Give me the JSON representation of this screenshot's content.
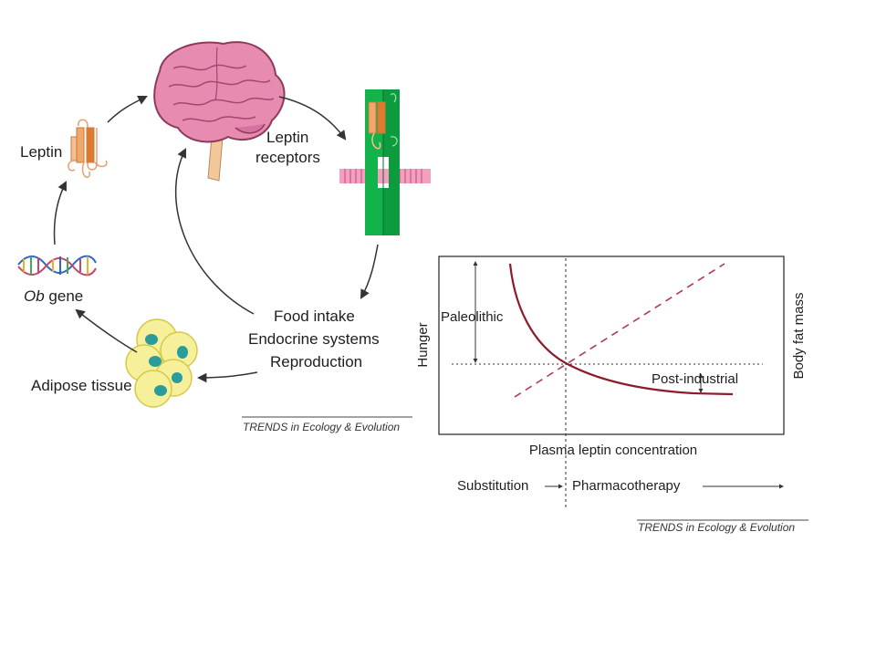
{
  "cycle": {
    "leptin": "Leptin",
    "leptin_receptors_line1": "Leptin",
    "leptin_receptors_line2": "receptors",
    "ob_gene_italic": "Ob",
    "ob_gene_rest": " gene",
    "adipose_tissue": "Adipose tissue",
    "effects": [
      "Food intake",
      "Endocrine systems",
      "Reproduction"
    ],
    "credit": "TRENDS in Ecology & Evolution"
  },
  "plot": {
    "y_left_label": "Hunger",
    "y_right_label": "Body fat mass",
    "x_label": "Plasma leptin concentration",
    "paleolithic": "Paleolithic",
    "post_industrial": "Post-industrial",
    "substitution": "Substitution",
    "pharmacotherapy": "Pharmacotherapy",
    "credit": "TRENDS in Ecology & Evolution"
  },
  "colors": {
    "brain_pink": "#e78bb0",
    "protein_orange": "#f2a76a",
    "receptor_green": "#12b34a",
    "membrane_pink": "#f29fc0",
    "adipose_yellow": "#f7f09a",
    "nucleus_teal": "#2a9c9c",
    "curve_red": "#8e1a2c"
  }
}
